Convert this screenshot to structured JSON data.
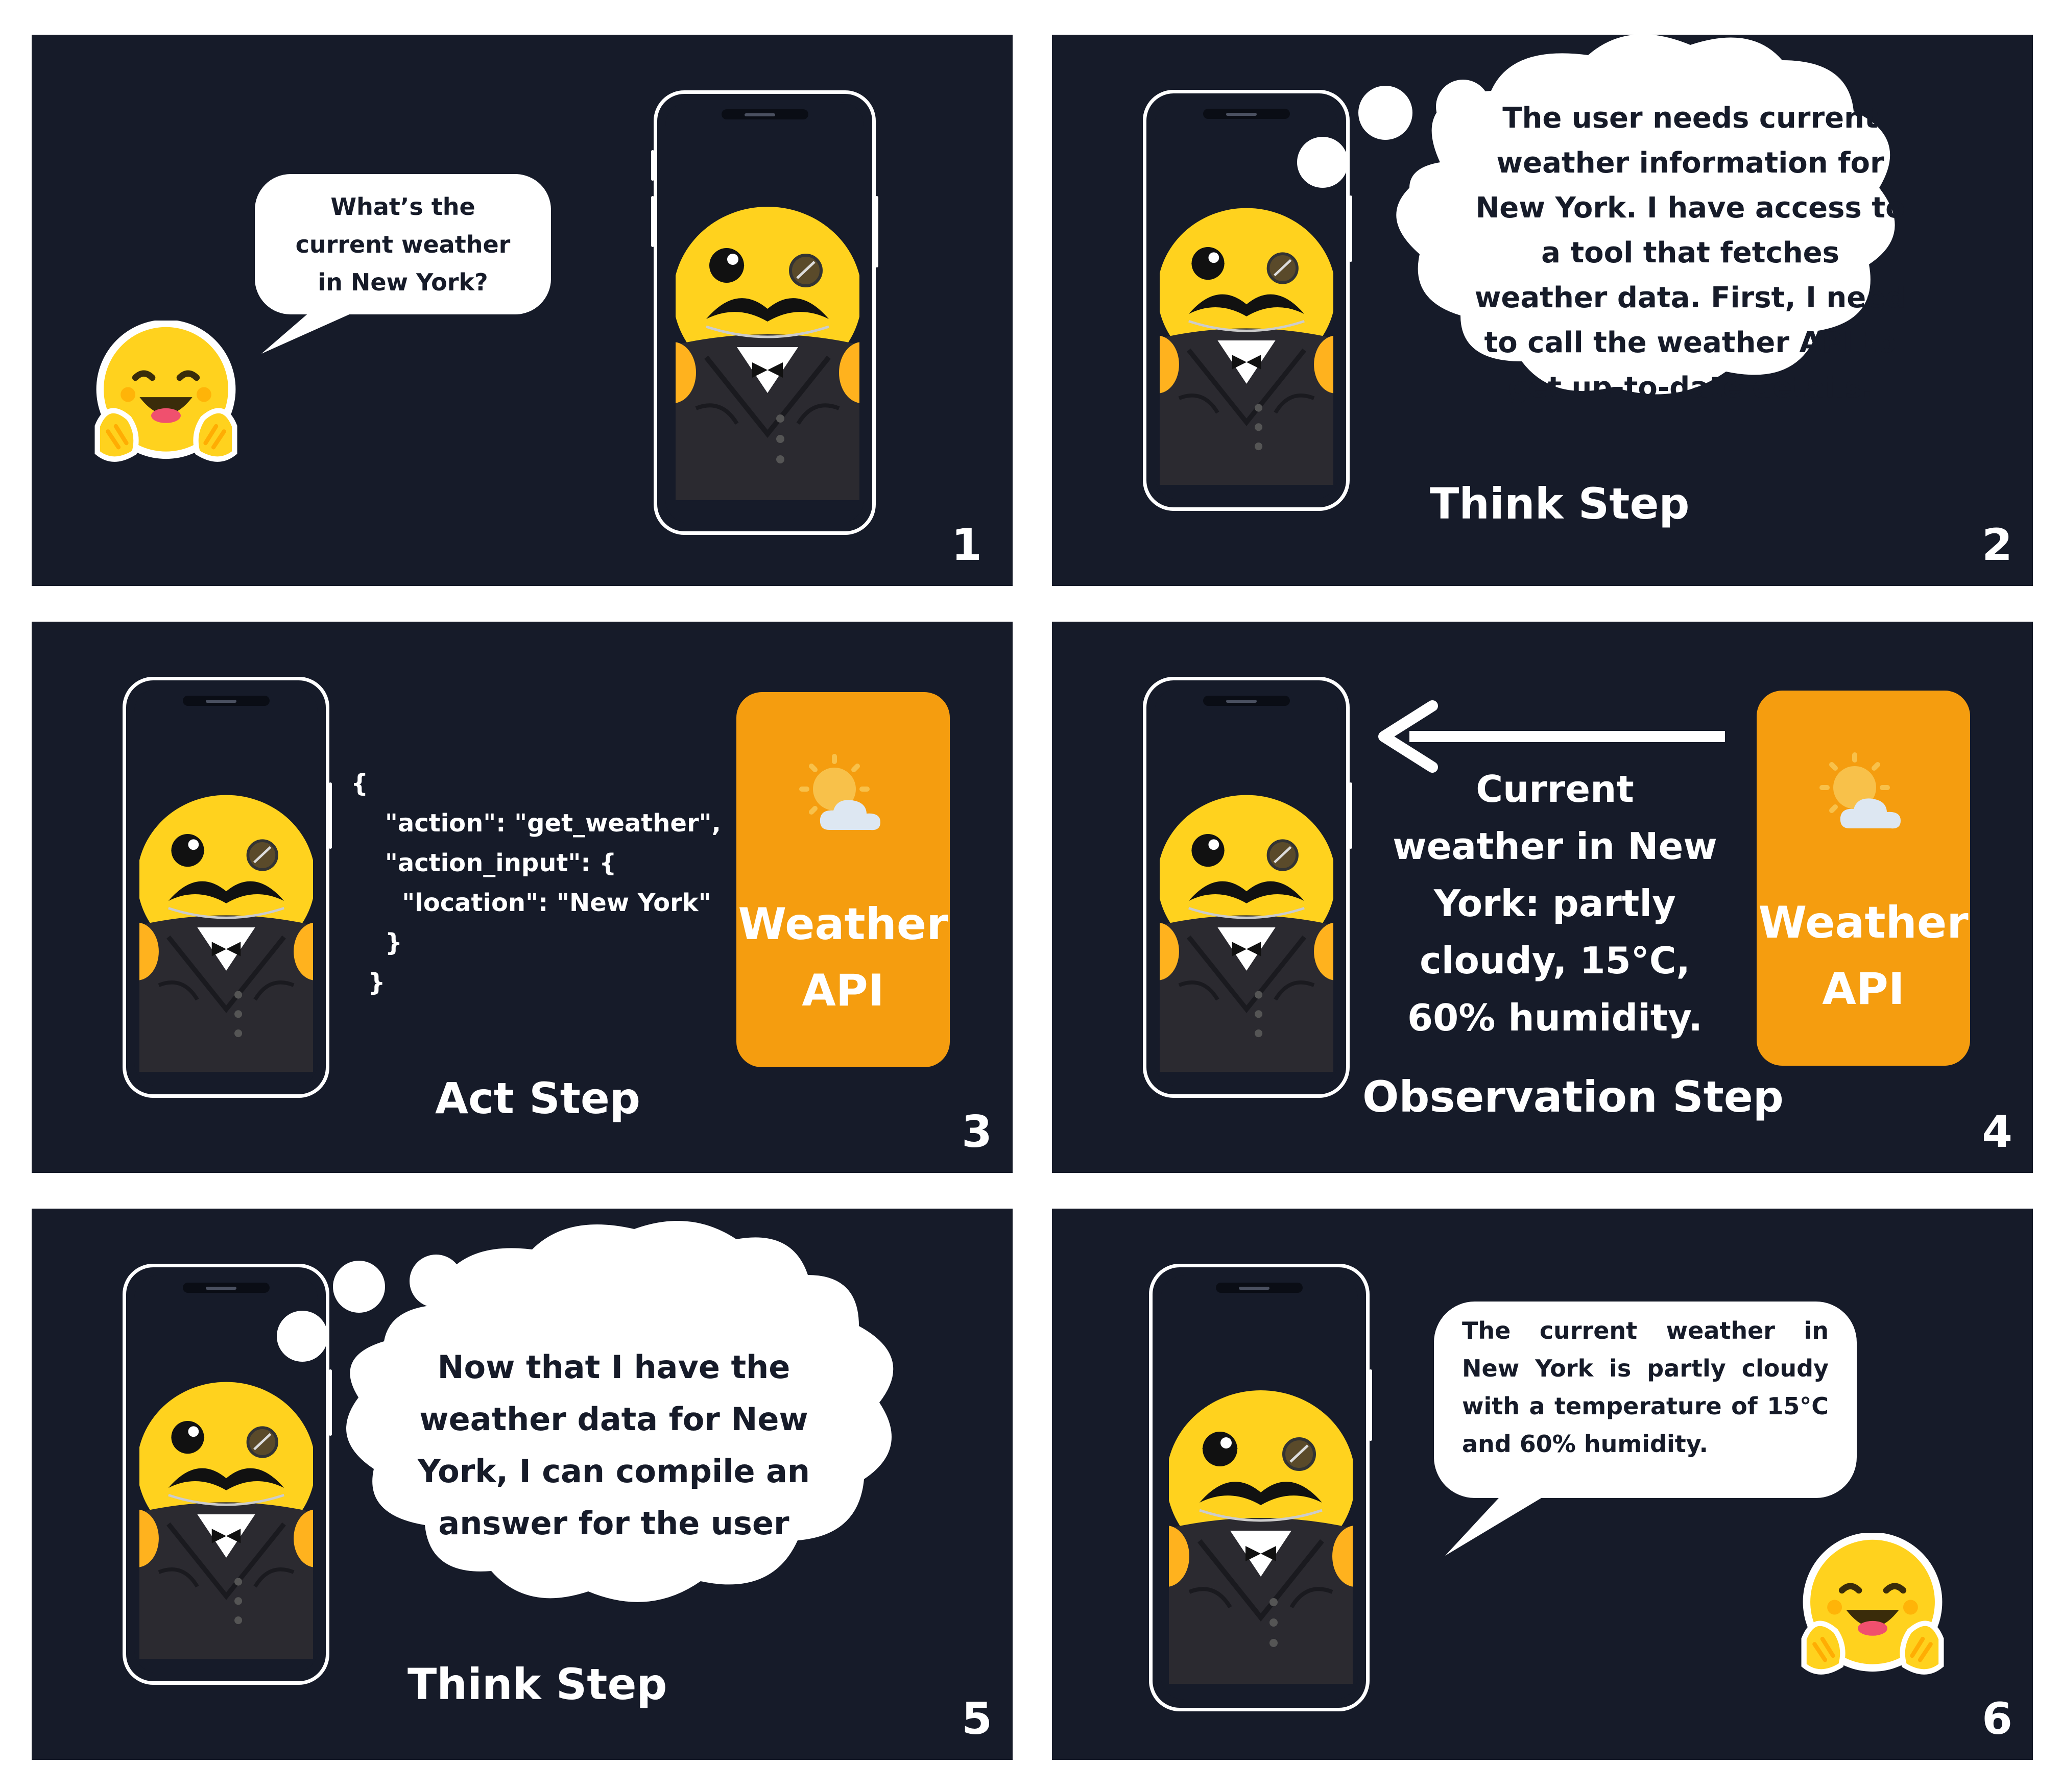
{
  "panels": [
    {
      "number": "1",
      "bubble_text": "What’s the current weather in New York?"
    },
    {
      "number": "2",
      "thought": "The user needs current weather information for New York. I have access to a tool that fetches weather data. First, I need to call the weather API to get up-to-date details.",
      "step_label": "Think Step"
    },
    {
      "number": "3",
      "code": "{\n    \"action\": \"get_weather\",\n    \"action_input\": {\n      \"location\": \"New York\"\n    }\n  }",
      "step_label": "Act Step",
      "api_line1": "Weather",
      "api_line2": "API"
    },
    {
      "number": "4",
      "observation": "Current weather in New York: partly cloudy, 15°C, 60% humidity.",
      "step_label": "Observation Step",
      "api_line1": "Weather",
      "api_line2": "API"
    },
    {
      "number": "5",
      "thought": "Now that I have the weather data for New York, I can compile an answer for the user",
      "step_label": "Think Step"
    },
    {
      "number": "6",
      "bubble_text": "The current weather in New York is partly cloudy with a temperature of 15°C and 60% humidity."
    }
  ],
  "icons": {
    "user": "hugging-face-emoji-icon",
    "agent": "mustache-agent-icon",
    "weather": "sun-cloud-icon",
    "arrow": "arrow-left-icon"
  },
  "colors": {
    "panel_bg": "#161b29",
    "accent_orange": "#f59d0f",
    "emoji_yellow": "#ffd21e",
    "text_white": "#ffffff"
  }
}
